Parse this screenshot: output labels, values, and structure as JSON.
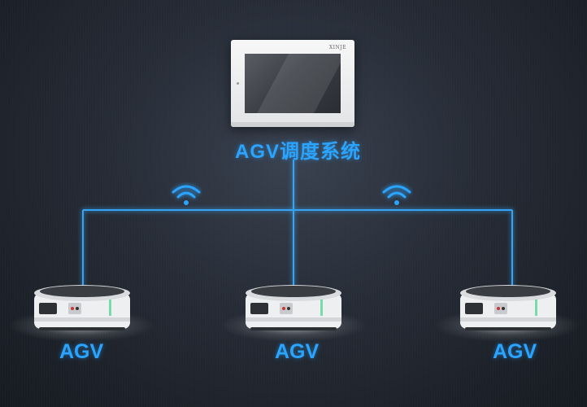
{
  "dispatch_system": {
    "label": "AGV调度系统",
    "panel_brand": "XINJE"
  },
  "agvs": [
    {
      "label": "AGV"
    },
    {
      "label": "AGV"
    },
    {
      "label": "AGV"
    }
  ],
  "wireless_icons": [
    "wifi-icon",
    "wifi-icon"
  ],
  "colors": {
    "link_glow": "#2aa4ff",
    "background": "#262c36"
  }
}
